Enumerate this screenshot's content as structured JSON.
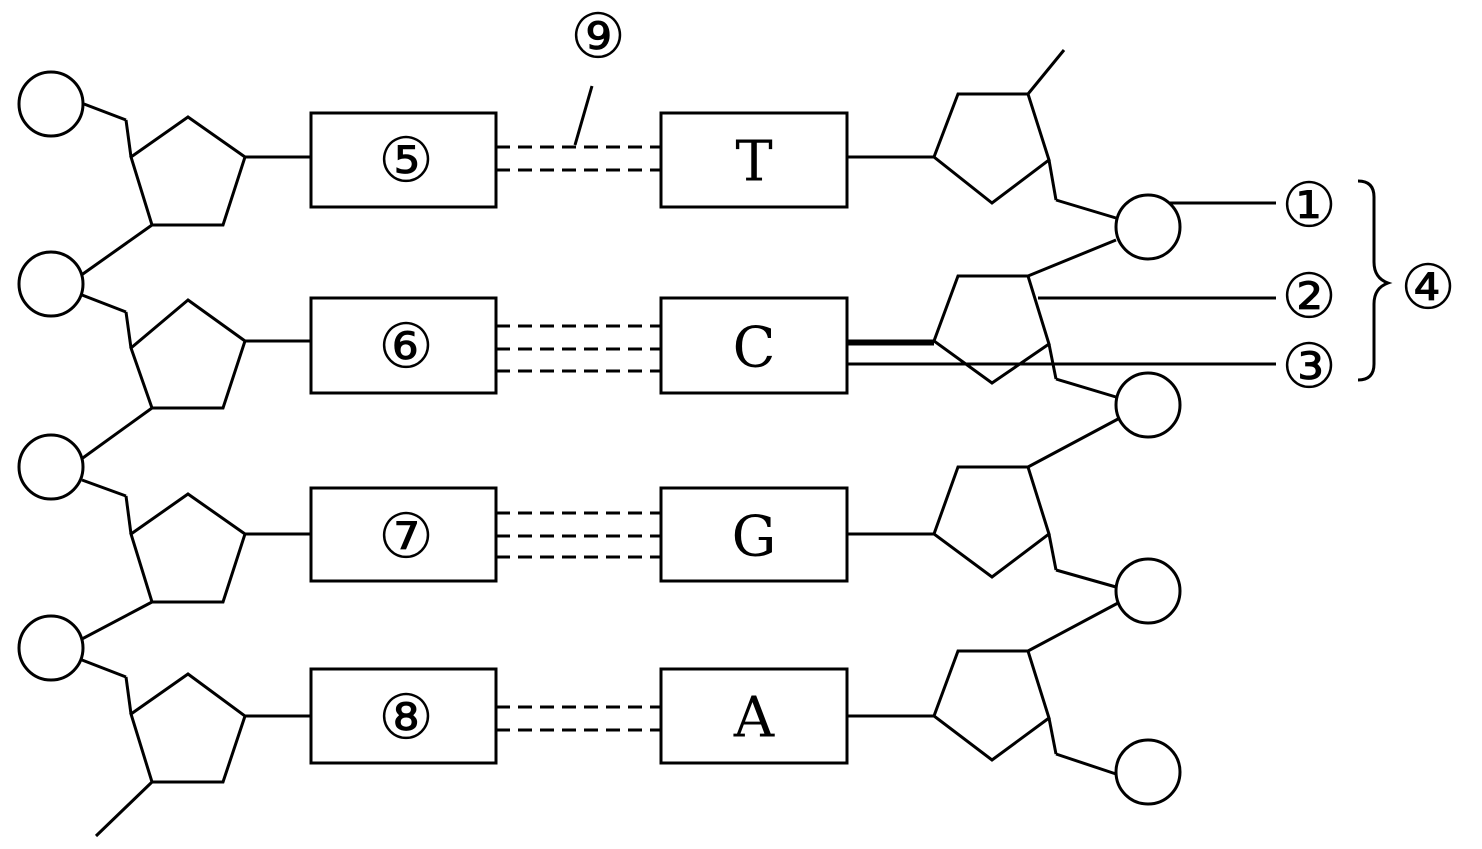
{
  "diagram": {
    "left_bases": [
      "⑤",
      "⑥",
      "⑦",
      "⑧"
    ],
    "right_bases": [
      "T",
      "C",
      "G",
      "A"
    ],
    "hydrogen_bond_label": "⑨",
    "side_labels": [
      "①",
      "②",
      "③"
    ],
    "group_label": "④"
  }
}
